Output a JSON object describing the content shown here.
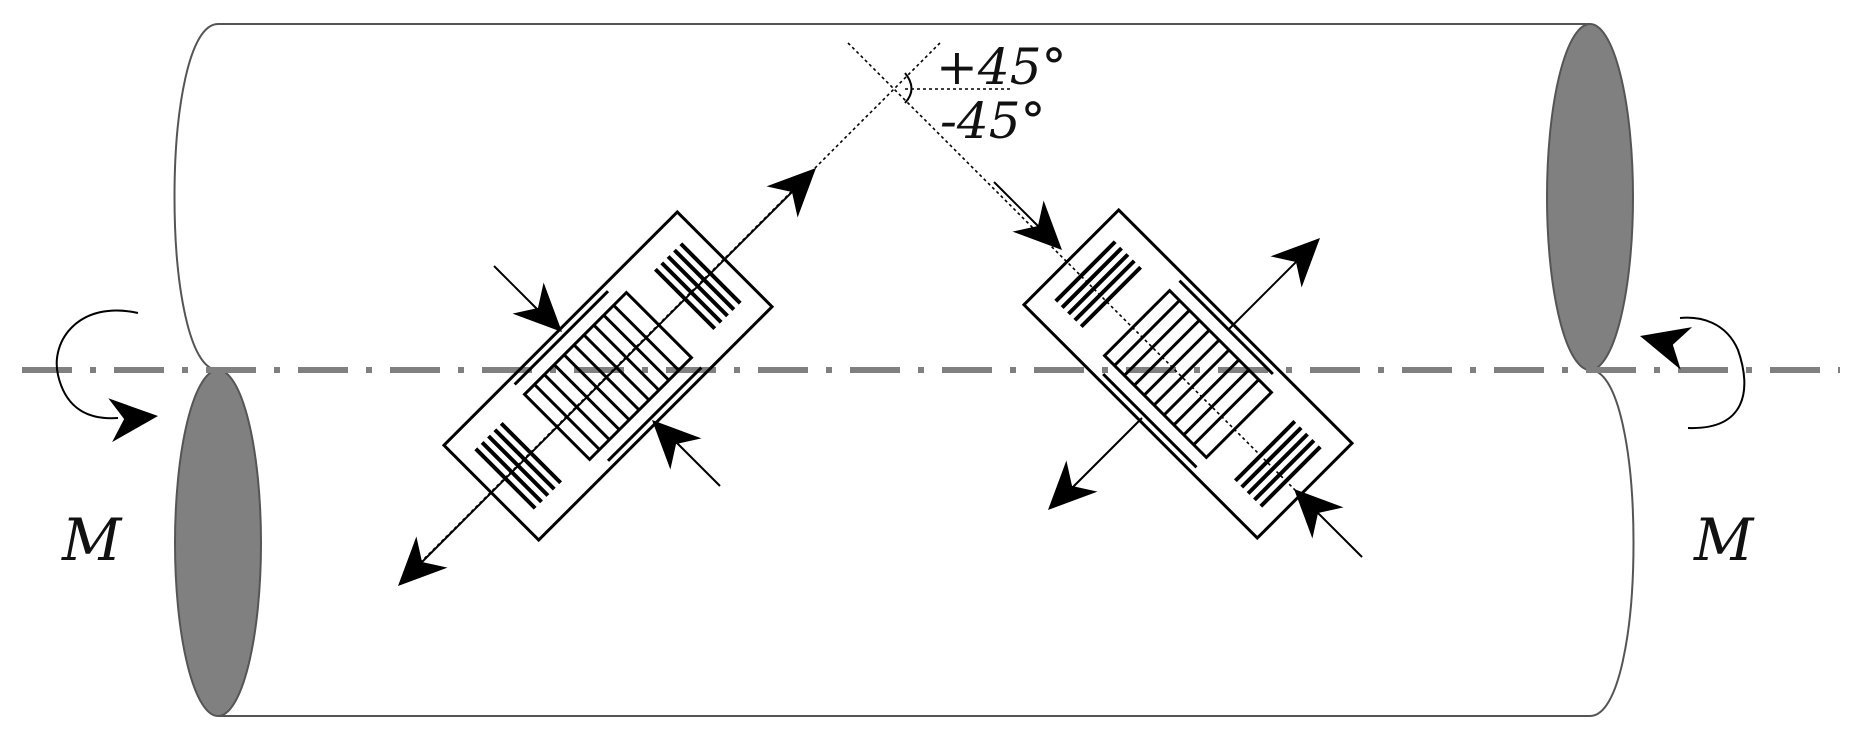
{
  "labels": {
    "moment_left": "M",
    "moment_right": "M",
    "angle_pos": "+45°",
    "angle_neg": "-45°"
  },
  "colors": {
    "shaft_end": "#808080",
    "axis": "#808080",
    "ink": "#000000",
    "outline": "#555555"
  }
}
